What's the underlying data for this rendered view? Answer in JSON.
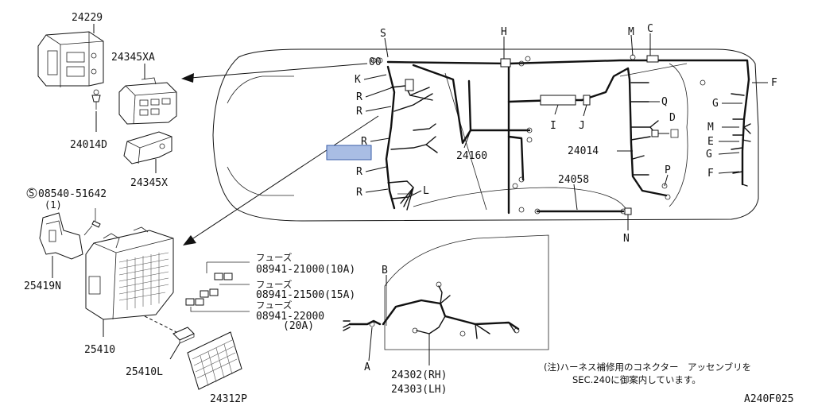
{
  "parts": {
    "p24229": "24229",
    "p24345XA": "24345XA",
    "p24014D": "24014D",
    "p24345X": "24345X",
    "screw": "08540-51642",
    "screw_qty": "(1)",
    "p25419N": "25419N",
    "p25410": "25410",
    "p25410L": "25410L",
    "p24312P": "24312P",
    "p24160": "24160",
    "p24014": "24014",
    "p24058": "24058",
    "p24302": "24302(RH)",
    "p24303": "24303(LH)"
  },
  "fuses": [
    {
      "label": "フューズ",
      "number": "08941-21000(10A)"
    },
    {
      "label": "フューズ",
      "number": "08941-21500(15A)"
    },
    {
      "label": "フューズ",
      "number": "08941-22000",
      "rating": "(20A)"
    }
  ],
  "letters": {
    "S": "S",
    "H": "H",
    "M": "M",
    "C": "C",
    "K": "K",
    "R": "R",
    "I": "I",
    "J": "J",
    "Q": "Q",
    "D": "D",
    "F": "F",
    "G": "G",
    "E": "E",
    "L": "L",
    "P": "P",
    "N": "N",
    "A": "A",
    "B": "B"
  },
  "note": {
    "line1": "(注)ハーネス補修用のコネクター　アッセンブリを",
    "line2": "SEC.240に御案内しています。"
  },
  "diagram_code": "A240F025",
  "colors": {
    "highlight_fill": "#a9bde4",
    "highlight_stroke": "#3a5ea8",
    "line": "#111111"
  }
}
